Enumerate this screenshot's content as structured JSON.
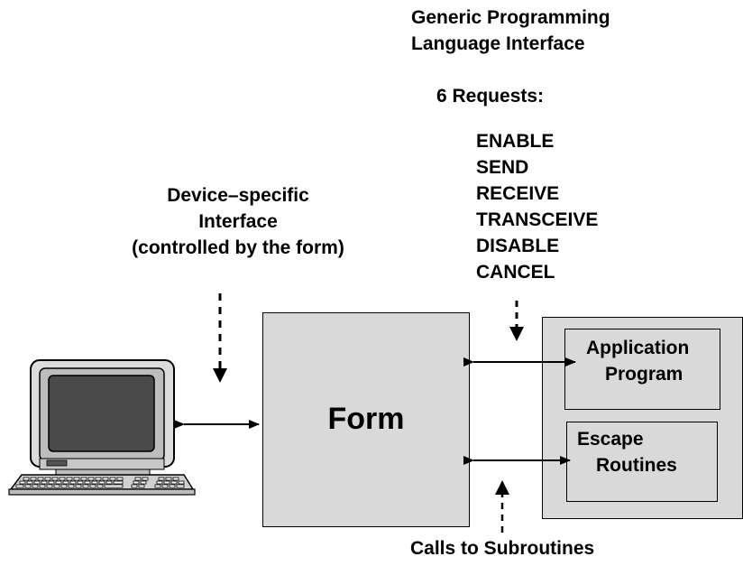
{
  "colors": {
    "box_fill": "#d9d9d9",
    "line": "#000000",
    "background": "#ffffff"
  },
  "generic_interface": {
    "line1": "Generic Programming",
    "line2": "Language Interface"
  },
  "requests": {
    "heading": "6 Requests:",
    "items": [
      "ENABLE",
      "SEND",
      "RECEIVE",
      "TRANSCEIVE",
      "DISABLE",
      "CANCEL"
    ]
  },
  "device_interface": {
    "line1": "Device–specific",
    "line2": "Interface",
    "line3": "(controlled by the form)"
  },
  "form": {
    "label": "Form"
  },
  "application_program": {
    "line1": "Application",
    "line2": "Program"
  },
  "escape_routines": {
    "line1": "Escape",
    "line2": "Routines"
  },
  "subroutines": {
    "label": "Calls to Subroutines"
  },
  "icons": {
    "terminal": "computer-terminal-icon"
  }
}
